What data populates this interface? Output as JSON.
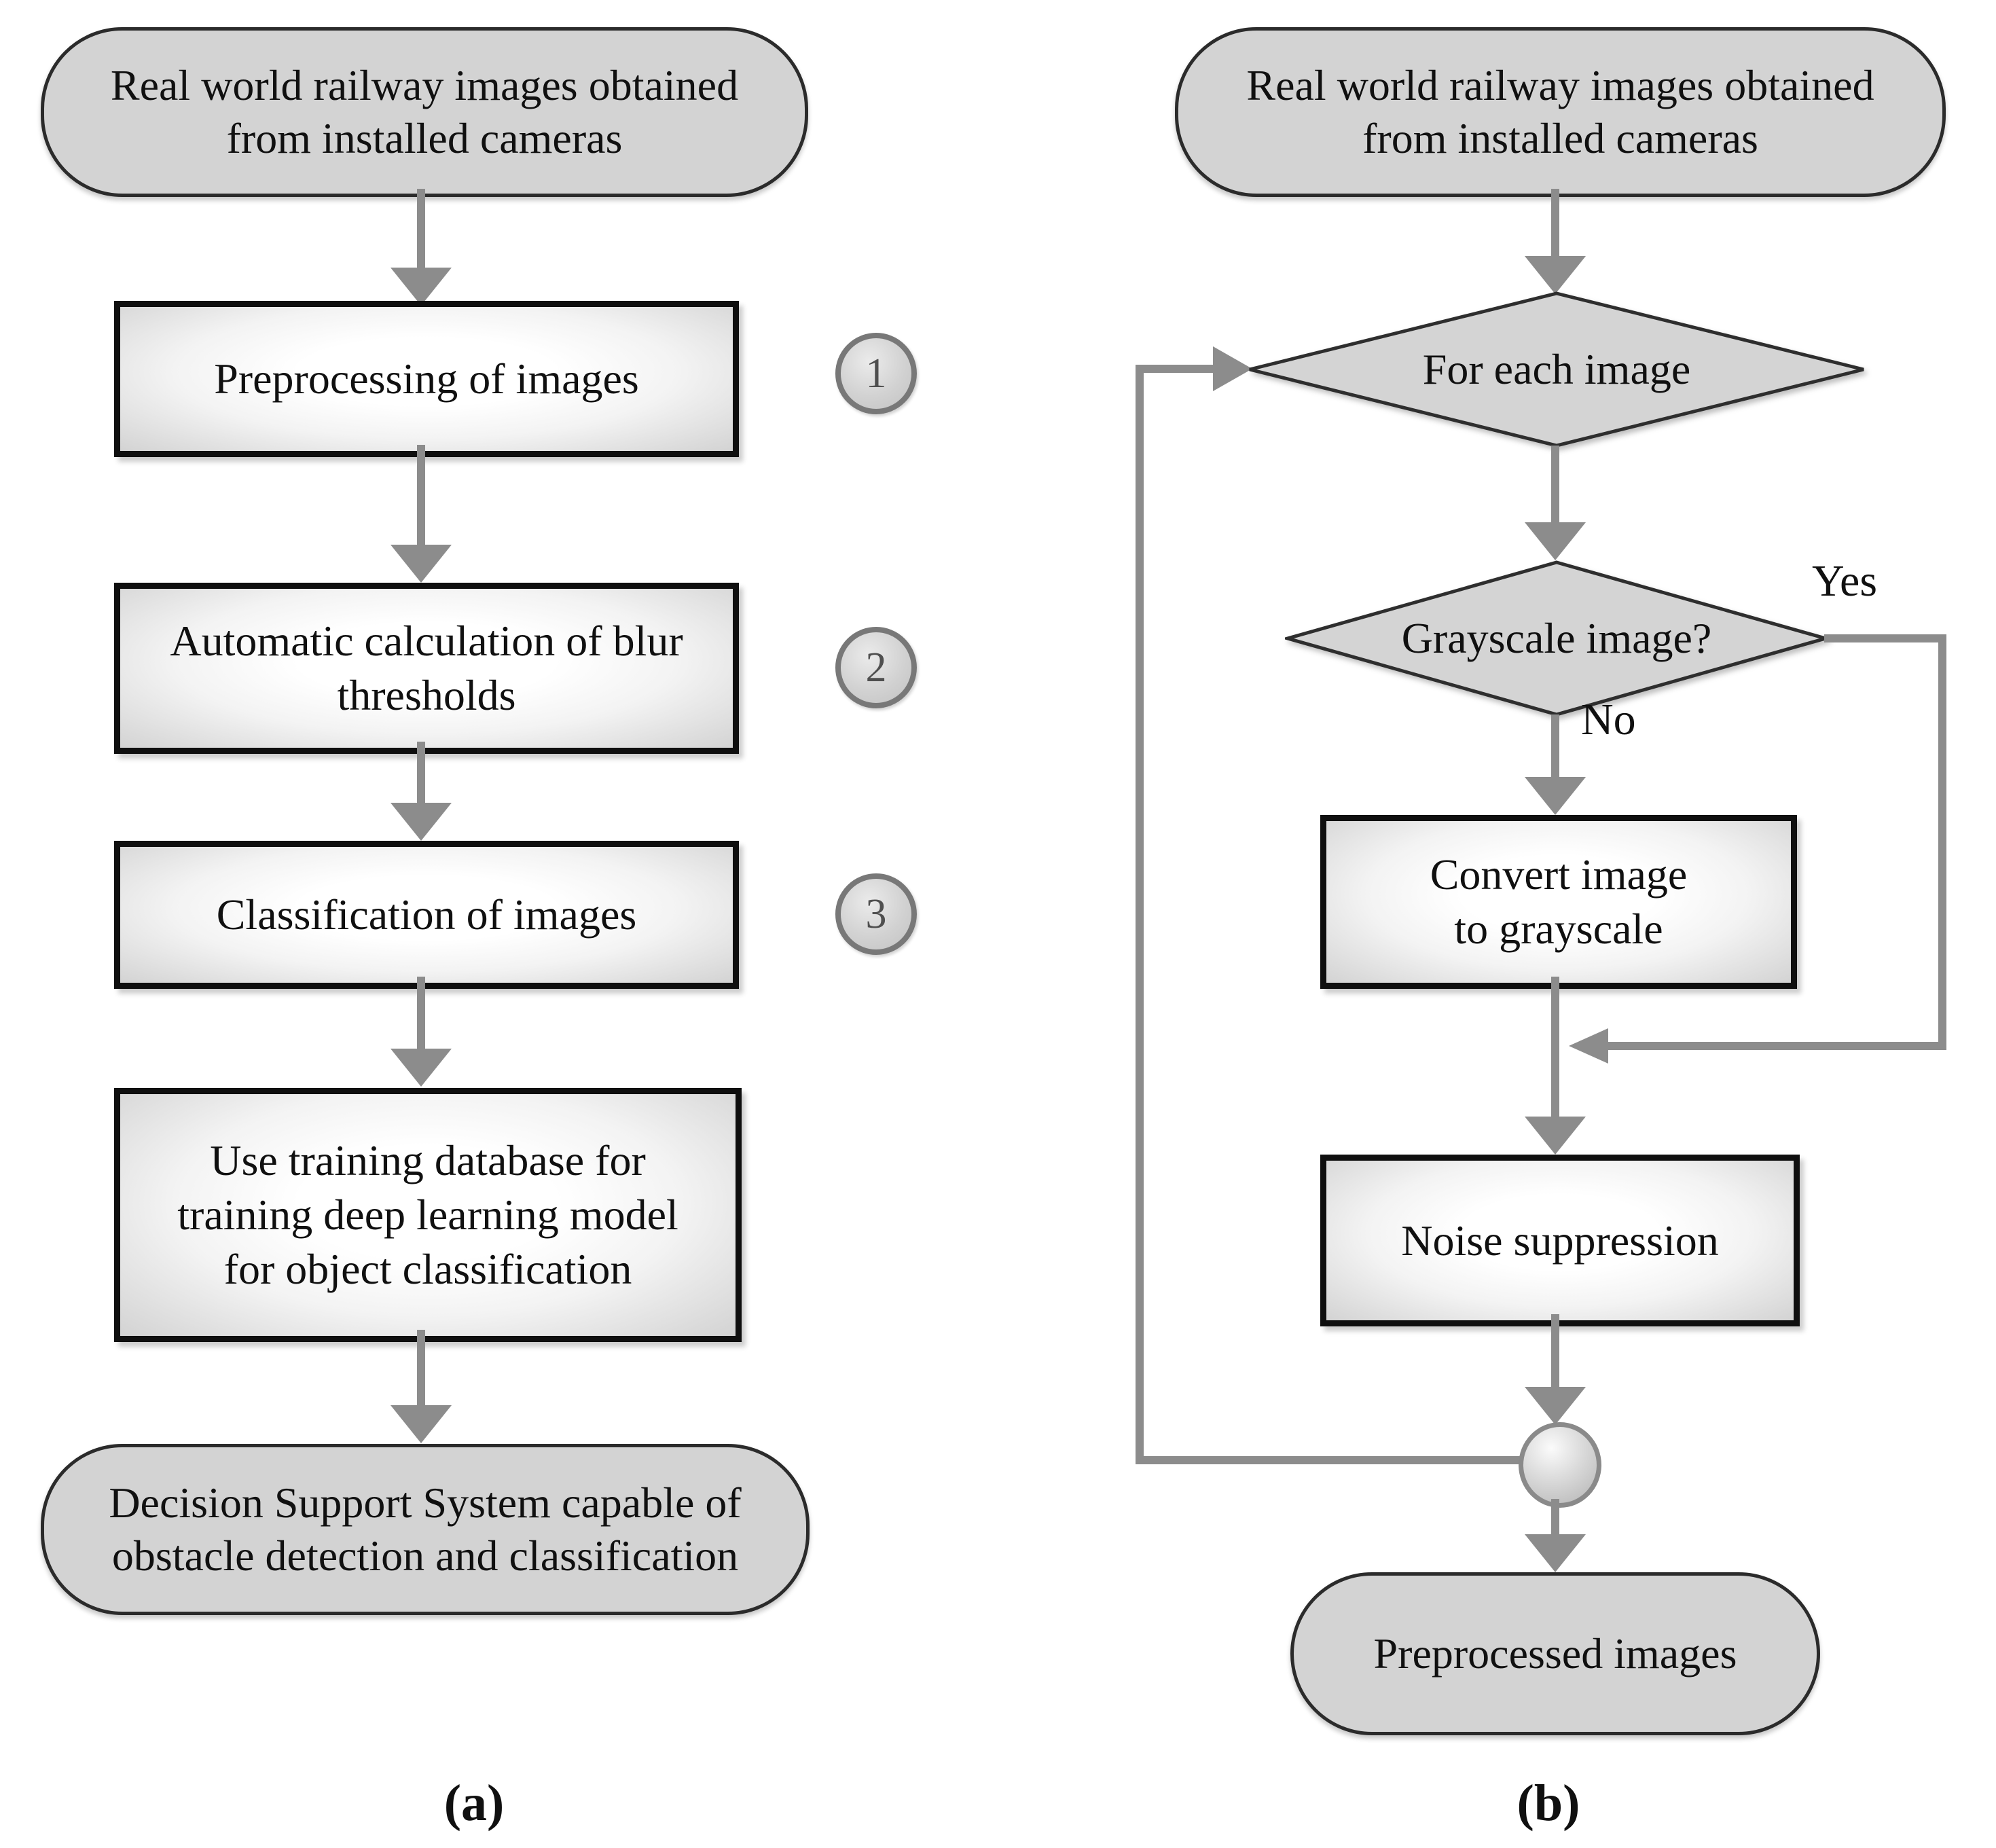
{
  "figure": {
    "panel_a_label": "(a)",
    "panel_b_label": "(b)"
  },
  "colors": {
    "node_fill": "#d3d3d3",
    "process_fill_center": "#ffffff",
    "process_border": "#0f0f0f",
    "connector_line": "#8c8c8c",
    "badge_border": "#787878",
    "text": "#101010",
    "background": "#ffffff"
  },
  "flow_a": {
    "start": {
      "lines": [
        "Real world railway images obtained",
        "from installed cameras"
      ]
    },
    "step1": {
      "lines": [
        "Preprocessing of images"
      ],
      "badge": "1"
    },
    "step2": {
      "lines": [
        "Automatic calculation of blur",
        "thresholds"
      ],
      "badge": "2"
    },
    "step3": {
      "lines": [
        "Classification of images"
      ],
      "badge": "3"
    },
    "step4": {
      "lines": [
        "Use training database for",
        "training deep learning model",
        "for object classification"
      ]
    },
    "end": {
      "lines": [
        "Decision Support System capable of",
        "obstacle detection and classification"
      ]
    }
  },
  "flow_b": {
    "start": {
      "lines": [
        "Real world railway images obtained",
        "from installed cameras"
      ]
    },
    "loop_decision": {
      "label": "For each image"
    },
    "grayscale_decision": {
      "label": "Grayscale image?"
    },
    "yes_label": "Yes",
    "no_label": "No",
    "convert": {
      "lines": [
        "Convert image",
        "to grayscale"
      ]
    },
    "noise": {
      "lines": [
        "Noise suppression"
      ]
    },
    "end": {
      "lines": [
        "Preprocessed images"
      ]
    }
  }
}
